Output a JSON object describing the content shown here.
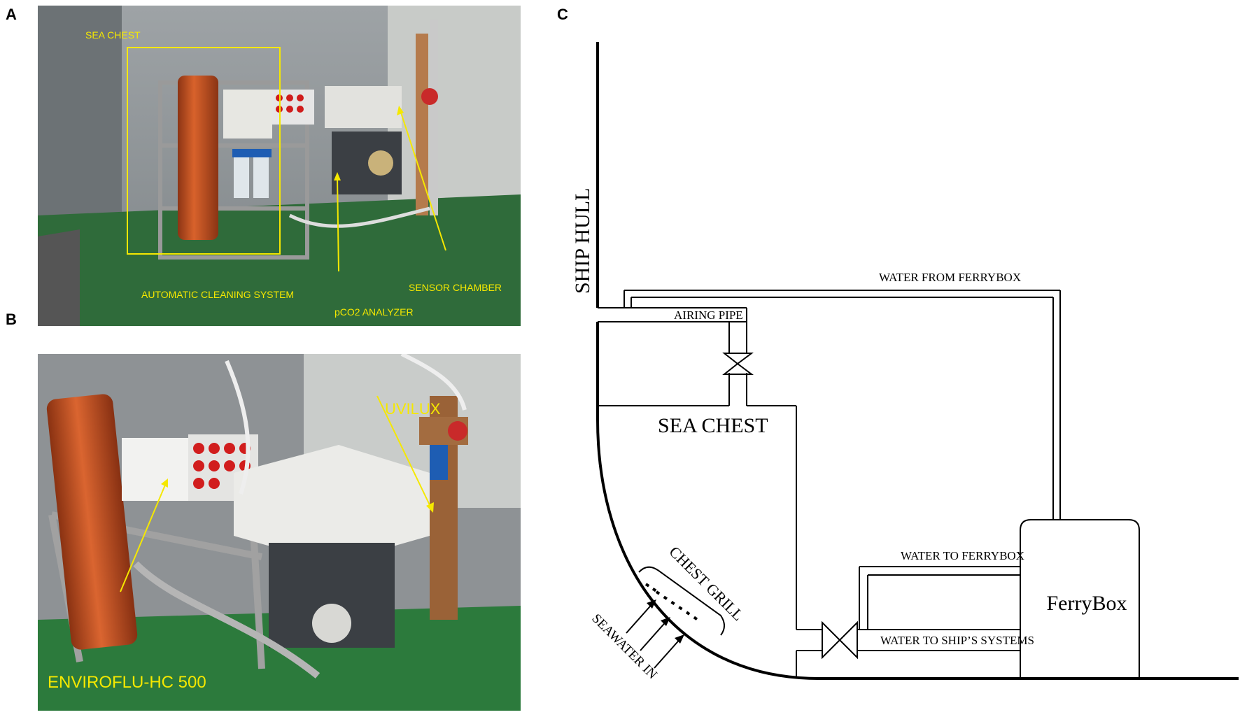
{
  "panels": {
    "a": {
      "letter": "A"
    },
    "b": {
      "letter": "B"
    },
    "c": {
      "letter": "C"
    }
  },
  "photo_a": {
    "labels": {
      "sea_chest": "SEA CHEST",
      "cleaning": "AUTOMATIC CLEANING SYSTEM",
      "pco2": "pCO2 ANALYZER",
      "sensor": "SENSOR CHAMBER"
    }
  },
  "photo_b": {
    "labels": {
      "uvilux": "UVILUX",
      "enviroflu": "ENVIROFLU-HC 500"
    }
  },
  "diagram": {
    "ship_hull": "SHIP HULL",
    "water_from_ferrybox": "WATER FROM FERRYBOX",
    "airing_pipe": "AIRING PIPE",
    "sea_chest": "SEA CHEST",
    "chest_grill": "CHEST GRILL",
    "seawater_in": "SEAWATER IN",
    "water_to_ferrybox": "WATER TO FERRYBOX",
    "water_to_ships_systems": "WATER TO SHIP’S SYSTEMS",
    "ferrybox": "FerryBox"
  },
  "colors": {
    "label_yellow": "#f5e800",
    "deck_green": "#2f6b3a",
    "pipe_orange": "#c9501f"
  }
}
